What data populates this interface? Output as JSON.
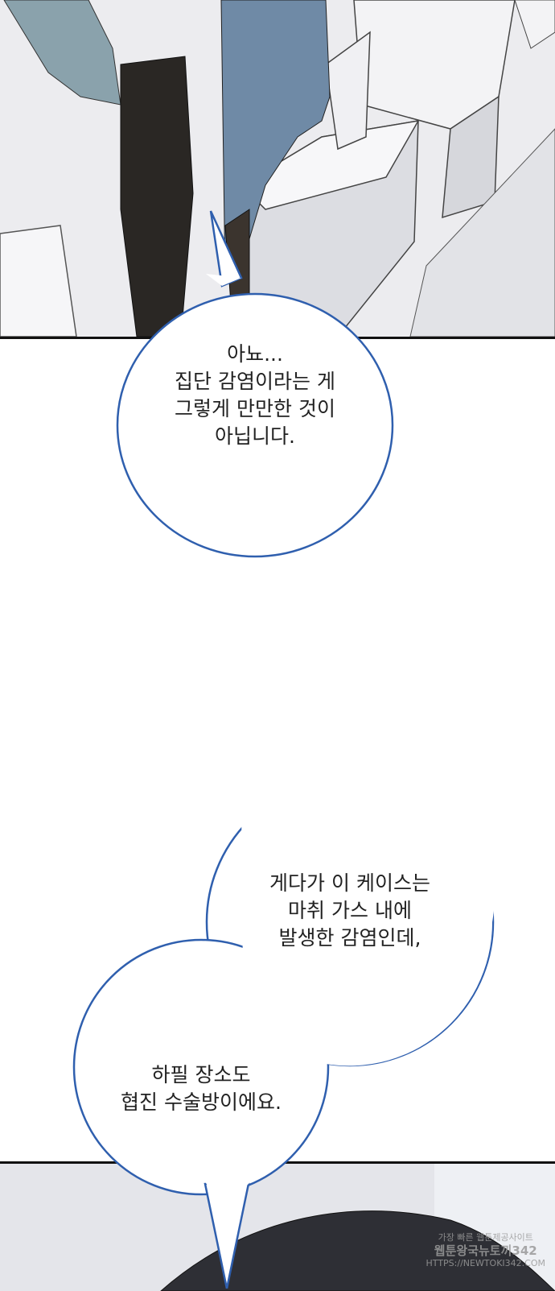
{
  "bubbles": [
    {
      "lines": [
        "아뇨...",
        "집단 감염이라는 게",
        "그렇게 만만한 것이",
        "아닙니다."
      ]
    },
    {
      "lines": [
        "게다가 이 케이스는",
        "마취 가스 내에",
        "발생한 감염인데,"
      ]
    },
    {
      "lines": [
        "하필 장소도",
        "협진 수술방이에요."
      ]
    }
  ],
  "watermark": {
    "line1": "가장 빠른 웹툰제공사이트",
    "line2": "웹툰왕국뉴토끼342",
    "line3": "HTTPS://NEWTOKI342.COM"
  },
  "colors": {
    "bubble_border": "#2f5fae",
    "panel_border": "#111111"
  }
}
